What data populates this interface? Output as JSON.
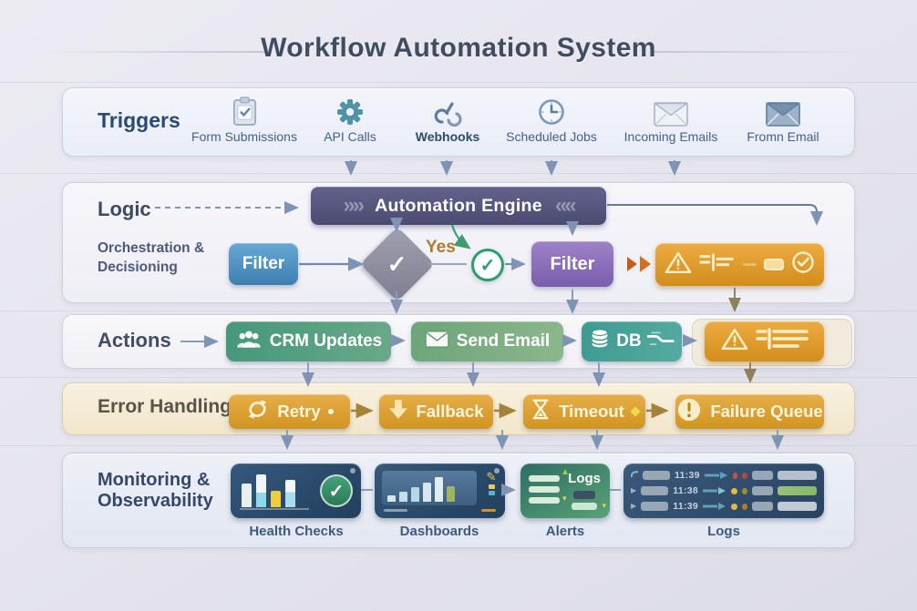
{
  "title": "Workflow Automation System",
  "triggers": {
    "label": "Triggers",
    "items": [
      {
        "label": "Form Submissions",
        "icon": "clipboard-check-icon"
      },
      {
        "label": "API Calls",
        "icon": "gear-icon"
      },
      {
        "label": "Webhooks",
        "icon": "webhook-icon"
      },
      {
        "label": "Scheduled Jobs",
        "icon": "clock-icon"
      },
      {
        "label": "Incoming Emails",
        "icon": "envelope-light-icon"
      },
      {
        "label": "Fromn Email",
        "icon": "envelope-blue-icon"
      }
    ]
  },
  "logic": {
    "label": "Logic",
    "sublabel_line1": "Orchestration &",
    "sublabel_line2": "Decisioning",
    "engine_label": "Automation Engine",
    "filter_left": "Filter",
    "filter_right": "Filter",
    "yes_label": "Yes"
  },
  "actions": {
    "label": "Actions",
    "crm": "CRM Updates",
    "send_email": "Send Email",
    "db": "DB"
  },
  "error_handling": {
    "label": "Error Handling",
    "retry": "Retry",
    "fallback": "Fallback",
    "timeout": "Timeout",
    "failure_queue": "Failure Queue"
  },
  "monitoring": {
    "label_line1": "Monitoring &",
    "label_line2": "Observability",
    "cards": {
      "health": "Health Checks",
      "dashboards": "Dashboards",
      "alerts": "Alerts",
      "logs": "Logs"
    },
    "alerts_inner_label": "Logs",
    "log_rows": [
      {
        "time": "11:39"
      },
      {
        "time": "11:38"
      },
      {
        "time": "11:39"
      }
    ]
  },
  "icons": {
    "check": "✓",
    "chevrons_right": "»»",
    "chevrons_left": "««",
    "pencil": "✎",
    "triangle_down": "▾",
    "triangle_up": "▲",
    "play": "▶"
  },
  "colors": {
    "accent_orange": "#dd9a2f",
    "accent_green": "#2e9d6d",
    "accent_blue": "#4a8ec2",
    "accent_purple": "#8a6fbe",
    "engine_slate": "#55557e",
    "navy_card": "#2e4d6e"
  }
}
